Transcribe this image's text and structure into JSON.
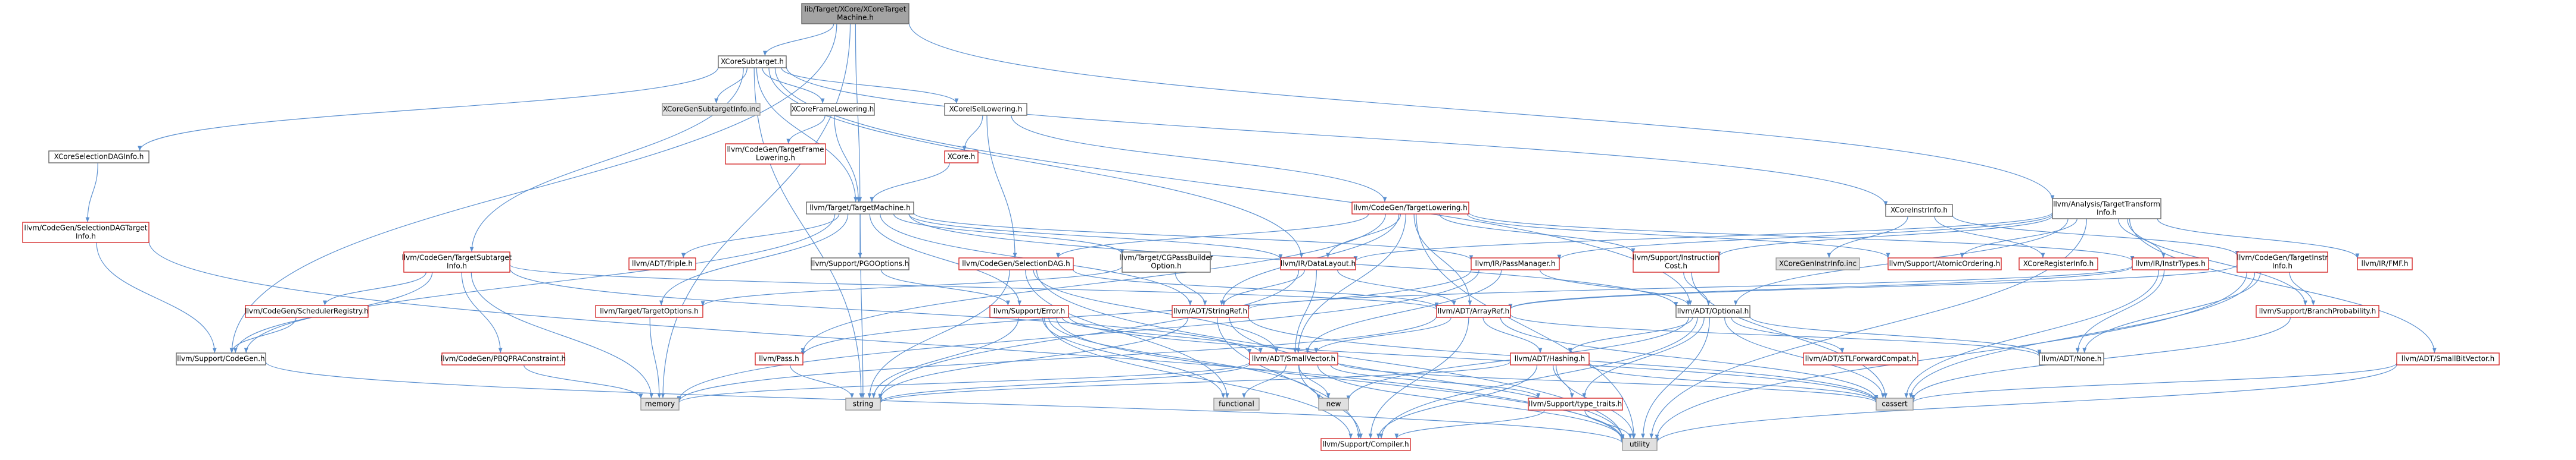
{
  "colors": {
    "edge": "#5a8fcf",
    "root_fill": "#a3a3a3",
    "external_fill": "#e0e0e0",
    "unresolved_border": "#d42a2a",
    "documented_border": "#666666"
  },
  "nodes": [
    {
      "id": "root",
      "lines": [
        "lib/Target/XCore/XCoreTarget",
        "Machine.h"
      ],
      "kind": "root"
    },
    {
      "id": "subtarget",
      "lines": [
        "XCoreSubtarget.h"
      ],
      "kind": "plain"
    },
    {
      "id": "analysis_tti",
      "lines": [
        "llvm/Analysis/TargetTransform",
        "Info.h"
      ],
      "kind": "plain"
    },
    {
      "id": "selDAGinfo",
      "lines": [
        "XCoreSelectionDAGInfo.h"
      ],
      "kind": "plain"
    },
    {
      "id": "subtargetinfo_inc",
      "lines": [
        "XCoreGenSubtargetInfo.inc"
      ],
      "kind": "gray"
    },
    {
      "id": "framelowering",
      "lines": [
        "XCoreFrameLowering.h"
      ],
      "kind": "plain"
    },
    {
      "id": "isellowering",
      "lines": [
        "XCoreISelLowering.h"
      ],
      "kind": "plain"
    },
    {
      "id": "instrinfo",
      "lines": [
        "XCoreInstrInfo.h"
      ],
      "kind": "plain"
    },
    {
      "id": "cg_tfl",
      "lines": [
        "llvm/CodeGen/TargetFrame",
        "Lowering.h"
      ],
      "kind": "red"
    },
    {
      "id": "xcore_h",
      "lines": [
        "XCore.h"
      ],
      "kind": "red"
    },
    {
      "id": "cg_seldagtarget",
      "lines": [
        "llvm/CodeGen/SelectionDAGTarget",
        "Info.h"
      ],
      "kind": "red"
    },
    {
      "id": "target_tm",
      "lines": [
        "llvm/Target/TargetMachine.h"
      ],
      "kind": "plain"
    },
    {
      "id": "cg_targetlowering",
      "lines": [
        "llvm/CodeGen/TargetLowering.h"
      ],
      "kind": "red"
    },
    {
      "id": "cg_tsi",
      "lines": [
        "llvm/CodeGen/TargetSubtarget",
        "Info.h"
      ],
      "kind": "red"
    },
    {
      "id": "triple",
      "lines": [
        "llvm/ADT/Triple.h"
      ],
      "kind": "red"
    },
    {
      "id": "pgooptions",
      "lines": [
        "llvm/Support/PGOOptions.h"
      ],
      "kind": "plain"
    },
    {
      "id": "cgpass",
      "lines": [
        "llvm/Target/CGPassBuilder",
        "Option.h"
      ],
      "kind": "plain"
    },
    {
      "id": "cg_seldag",
      "lines": [
        "llvm/CodeGen/SelectionDAG.h"
      ],
      "kind": "red"
    },
    {
      "id": "datalayout",
      "lines": [
        "llvm/IR/DataLayout.h"
      ],
      "kind": "red"
    },
    {
      "id": "passmanager",
      "lines": [
        "llvm/IR/PassManager.h"
      ],
      "kind": "red"
    },
    {
      "id": "instrcost",
      "lines": [
        "llvm/Support/Instruction",
        "Cost.h"
      ],
      "kind": "red"
    },
    {
      "id": "instrinfo_inc",
      "lines": [
        "XCoreGenInstrInfo.inc"
      ],
      "kind": "gray"
    },
    {
      "id": "atomicordering",
      "lines": [
        "llvm/Support/AtomicOrdering.h"
      ],
      "kind": "red"
    },
    {
      "id": "registerinfo",
      "lines": [
        "XCoreRegisterInfo.h"
      ],
      "kind": "red"
    },
    {
      "id": "insttypes",
      "lines": [
        "llvm/IR/InstrTypes.h"
      ],
      "kind": "red"
    },
    {
      "id": "cg_tii",
      "lines": [
        "llvm/CodeGen/TargetInstr",
        "Info.h"
      ],
      "kind": "red"
    },
    {
      "id": "fmf",
      "lines": [
        "llvm/IR/FMF.h"
      ],
      "kind": "red"
    },
    {
      "id": "schedreg",
      "lines": [
        "llvm/CodeGen/SchedulerRegistry.h"
      ],
      "kind": "red"
    },
    {
      "id": "targetoptions",
      "lines": [
        "llvm/Target/TargetOptions.h"
      ],
      "kind": "red"
    },
    {
      "id": "supporterror",
      "lines": [
        "llvm/Support/Error.h"
      ],
      "kind": "red"
    },
    {
      "id": "stringref",
      "lines": [
        "llvm/ADT/StringRef.h"
      ],
      "kind": "red"
    },
    {
      "id": "arrayref",
      "lines": [
        "llvm/ADT/ArrayRef.h"
      ],
      "kind": "red"
    },
    {
      "id": "optional",
      "lines": [
        "llvm/ADT/Optional.h"
      ],
      "kind": "plain"
    },
    {
      "id": "branchprob",
      "lines": [
        "llvm/Support/BranchProbability.h"
      ],
      "kind": "red"
    },
    {
      "id": "supportcodegen",
      "lines": [
        "llvm/Support/CodeGen.h"
      ],
      "kind": "plain"
    },
    {
      "id": "pbqp",
      "lines": [
        "llvm/CodeGen/PBQPRAConstraint.h"
      ],
      "kind": "red"
    },
    {
      "id": "pass_h",
      "lines": [
        "llvm/Pass.h"
      ],
      "kind": "red"
    },
    {
      "id": "smallvector",
      "lines": [
        "llvm/ADT/SmallVector.h"
      ],
      "kind": "red"
    },
    {
      "id": "hashing",
      "lines": [
        "llvm/ADT/Hashing.h"
      ],
      "kind": "red"
    },
    {
      "id": "stlforward",
      "lines": [
        "llvm/ADT/STLForwardCompat.h"
      ],
      "kind": "red"
    },
    {
      "id": "none",
      "lines": [
        "llvm/ADT/None.h"
      ],
      "kind": "plain"
    },
    {
      "id": "smallbitvector",
      "lines": [
        "llvm/ADT/SmallBitVector.h"
      ],
      "kind": "red"
    },
    {
      "id": "memory",
      "lines": [
        "memory"
      ],
      "kind": "gray"
    },
    {
      "id": "string",
      "lines": [
        "string"
      ],
      "kind": "gray"
    },
    {
      "id": "functional",
      "lines": [
        "functional"
      ],
      "kind": "gray"
    },
    {
      "id": "new",
      "lines": [
        "new"
      ],
      "kind": "gray"
    },
    {
      "id": "cassert",
      "lines": [
        "cassert"
      ],
      "kind": "gray"
    },
    {
      "id": "typetraits",
      "lines": [
        "llvm/Support/type_traits.h"
      ],
      "kind": "red"
    },
    {
      "id": "compiler",
      "lines": [
        "llvm/Support/Compiler.h"
      ],
      "kind": "red"
    },
    {
      "id": "utility",
      "lines": [
        "utility"
      ],
      "kind": "gray"
    }
  ],
  "edges": [
    [
      "root",
      "subtarget"
    ],
    [
      "root",
      "target_tm"
    ],
    [
      "root",
      "analysis_tti"
    ],
    [
      "root",
      "memory"
    ],
    [
      "root",
      "supportcodegen"
    ],
    [
      "subtarget",
      "selDAGinfo"
    ],
    [
      "subtarget",
      "subtargetinfo_inc"
    ],
    [
      "subtarget",
      "framelowering"
    ],
    [
      "subtarget",
      "isellowering"
    ],
    [
      "subtarget",
      "instrinfo"
    ],
    [
      "subtarget",
      "cg_tsi"
    ],
    [
      "subtarget",
      "target_tm"
    ],
    [
      "subtarget",
      "string"
    ],
    [
      "subtarget",
      "datalayout"
    ],
    [
      "subtarget",
      "optional"
    ],
    [
      "selDAGinfo",
      "cg_seldagtarget"
    ],
    [
      "cg_seldagtarget",
      "supportcodegen"
    ],
    [
      "cg_seldagtarget",
      "utility"
    ],
    [
      "framelowering",
      "cg_tfl"
    ],
    [
      "framelowering",
      "target_tm"
    ],
    [
      "isellowering",
      "xcore_h"
    ],
    [
      "isellowering",
      "cg_seldag"
    ],
    [
      "isellowering",
      "cg_targetlowering"
    ],
    [
      "xcore_h",
      "target_tm"
    ],
    [
      "instrinfo",
      "instrinfo_inc"
    ],
    [
      "instrinfo",
      "registerinfo"
    ],
    [
      "instrinfo",
      "cg_tii"
    ],
    [
      "target_tm",
      "triple"
    ],
    [
      "target_tm",
      "pgooptions"
    ],
    [
      "target_tm",
      "cgpass"
    ],
    [
      "target_tm",
      "datalayout"
    ],
    [
      "target_tm",
      "passmanager"
    ],
    [
      "target_tm",
      "targetoptions"
    ],
    [
      "target_tm",
      "supporterror"
    ],
    [
      "target_tm",
      "stringref"
    ],
    [
      "target_tm",
      "supportcodegen"
    ],
    [
      "target_tm",
      "optional"
    ],
    [
      "target_tm",
      "string"
    ],
    [
      "cg_targetlowering",
      "datalayout"
    ],
    [
      "cg_targetlowering",
      "instrcost"
    ],
    [
      "cg_targetlowering",
      "atomicordering"
    ],
    [
      "cg_targetlowering",
      "arrayref"
    ],
    [
      "cg_targetlowering",
      "smallvector"
    ],
    [
      "cg_targetlowering",
      "stringref"
    ],
    [
      "cg_targetlowering",
      "utility"
    ],
    [
      "cg_targetlowering",
      "cg_seldag"
    ],
    [
      "cg_targetlowering",
      "pass_h"
    ],
    [
      "cg_targetlowering",
      "insttypes"
    ],
    [
      "cg_tsi",
      "schedreg"
    ],
    [
      "cg_tsi",
      "pbqp"
    ],
    [
      "cg_tsi",
      "supportcodegen"
    ],
    [
      "cg_tsi",
      "memory"
    ],
    [
      "cg_tsi",
      "arrayref"
    ],
    [
      "cg_tsi",
      "smallvector"
    ],
    [
      "schedreg",
      "supportcodegen"
    ],
    [
      "pgooptions",
      "supporterror"
    ],
    [
      "cgpass",
      "targetoptions"
    ],
    [
      "cgpass",
      "stringref"
    ],
    [
      "cg_seldag",
      "arrayref"
    ],
    [
      "cg_seldag",
      "smallvector"
    ],
    [
      "cg_seldag",
      "functional"
    ],
    [
      "cg_seldag",
      "string"
    ],
    [
      "cg_seldag",
      "utility"
    ],
    [
      "datalayout",
      "arrayref"
    ],
    [
      "datalayout",
      "smallvector"
    ],
    [
      "datalayout",
      "stringref"
    ],
    [
      "datalayout",
      "string"
    ],
    [
      "passmanager",
      "pass_h"
    ],
    [
      "passmanager",
      "memory"
    ],
    [
      "passmanager",
      "smallvector"
    ],
    [
      "passmanager",
      "optional"
    ],
    [
      "instrcost",
      "optional"
    ],
    [
      "instrcost",
      "cassert"
    ],
    [
      "analysis_tti",
      "passmanager"
    ],
    [
      "analysis_tti",
      "instrcost"
    ],
    [
      "analysis_tti",
      "atomicordering"
    ],
    [
      "analysis_tti",
      "insttypes"
    ],
    [
      "analysis_tti",
      "fmf"
    ],
    [
      "analysis_tti",
      "branchprob"
    ],
    [
      "analysis_tti",
      "smallbitvector"
    ],
    [
      "analysis_tti",
      "optional"
    ],
    [
      "analysis_tti",
      "utility"
    ],
    [
      "analysis_tti",
      "datalayout"
    ],
    [
      "insttypes",
      "none"
    ],
    [
      "insttypes",
      "arrayref"
    ],
    [
      "insttypes",
      "cassert"
    ],
    [
      "insttypes",
      "stringref"
    ],
    [
      "cg_tii",
      "arrayref"
    ],
    [
      "cg_tii",
      "none"
    ],
    [
      "cg_tii",
      "branchprob"
    ],
    [
      "cg_tii",
      "cassert"
    ],
    [
      "cg_tii",
      "utility"
    ],
    [
      "targetoptions",
      "memory"
    ],
    [
      "supporterror",
      "smallvector"
    ],
    [
      "supporterror",
      "compiler"
    ],
    [
      "supporterror",
      "functional"
    ],
    [
      "supporterror",
      "new"
    ],
    [
      "supporterror",
      "string"
    ],
    [
      "supporterror",
      "utility"
    ],
    [
      "supporterror",
      "cassert"
    ],
    [
      "stringref",
      "compiler"
    ],
    [
      "stringref",
      "string"
    ],
    [
      "stringref",
      "utility"
    ],
    [
      "stringref",
      "cassert"
    ],
    [
      "arrayref",
      "hashing"
    ],
    [
      "arrayref",
      "none"
    ],
    [
      "arrayref",
      "smallvector"
    ],
    [
      "arrayref",
      "compiler"
    ],
    [
      "arrayref",
      "cassert"
    ],
    [
      "arrayref",
      "memory"
    ],
    [
      "optional",
      "none"
    ],
    [
      "optional",
      "hashing"
    ],
    [
      "optional",
      "stlforward"
    ],
    [
      "optional",
      "typetraits"
    ],
    [
      "optional",
      "compiler"
    ],
    [
      "optional",
      "cassert"
    ],
    [
      "optional",
      "new"
    ],
    [
      "optional",
      "utility"
    ],
    [
      "branchprob",
      "cassert"
    ],
    [
      "pbqp",
      "memory"
    ],
    [
      "pass_h",
      "string"
    ],
    [
      "smallvector",
      "compiler"
    ],
    [
      "smallvector",
      "typetraits"
    ],
    [
      "smallvector",
      "memory"
    ],
    [
      "smallvector",
      "functional"
    ],
    [
      "smallvector",
      "new"
    ],
    [
      "smallvector",
      "string"
    ],
    [
      "smallvector",
      "utility"
    ],
    [
      "smallvector",
      "cassert"
    ],
    [
      "hashing",
      "typetraits"
    ],
    [
      "hashing",
      "compiler"
    ],
    [
      "hashing",
      "string"
    ],
    [
      "hashing",
      "utility"
    ],
    [
      "hashing",
      "cassert"
    ],
    [
      "smallbitvector",
      "utility"
    ],
    [
      "smallbitvector",
      "cassert"
    ],
    [
      "typetraits",
      "compiler"
    ],
    [
      "typetraits",
      "utility"
    ],
    [
      "supportcodegen",
      "utility"
    ]
  ]
}
